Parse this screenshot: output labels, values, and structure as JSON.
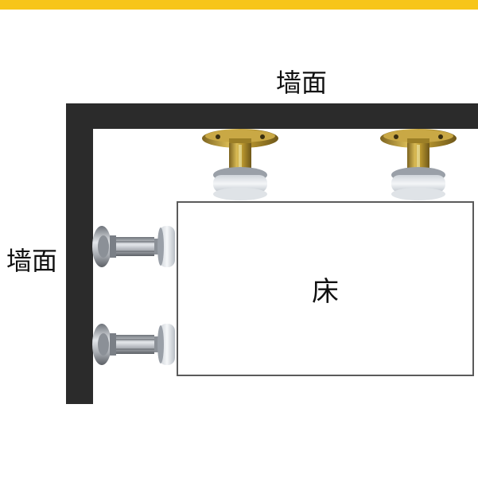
{
  "colors": {
    "top_bar": "#f7c51a",
    "wall": "#2b2b2b",
    "bed_border": "#5a5a5a",
    "brass": "#b8962e",
    "steel": "#a8acb2",
    "pad": "#e9ecef"
  },
  "labels": {
    "wall_top": "墙面",
    "wall_left": "墙面",
    "bed": "床"
  },
  "icons": {
    "top_bumper": "brass-wall-bumper-icon",
    "side_bumper": "steel-wall-bumper-icon"
  }
}
